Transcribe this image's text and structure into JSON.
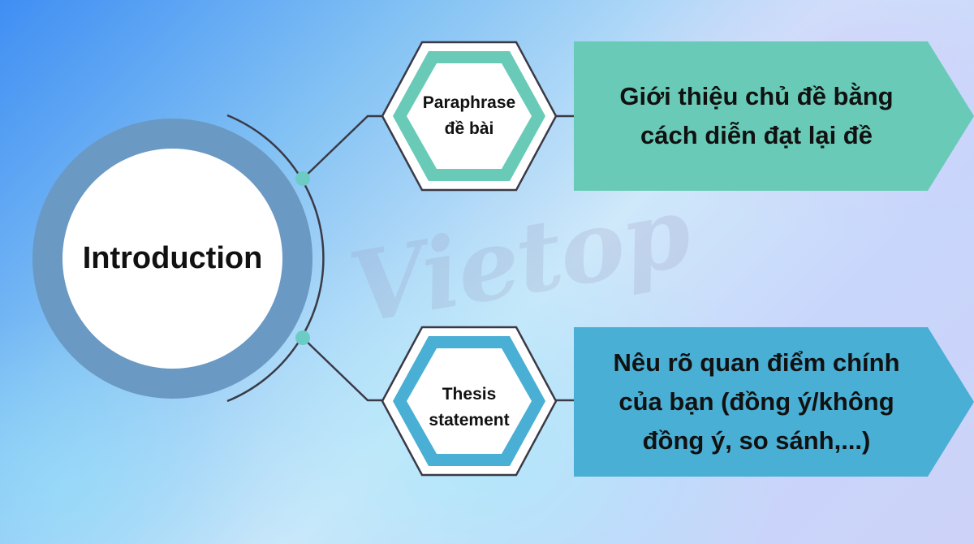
{
  "main": {
    "title": "Introduction"
  },
  "branches": [
    {
      "hex_lines": [
        "Paraphrase",
        "đề bài"
      ],
      "callout_lines": [
        "Giới thiệu chủ đề bằng",
        "cách diễn đạt lại đề"
      ],
      "color": "#69cbb7"
    },
    {
      "hex_lines": [
        "Thesis",
        "statement"
      ],
      "callout_lines": [
        "Nêu rõ quan điểm chính",
        "của bạn (đồng ý/không",
        "đồng ý, so sánh,...)"
      ],
      "color": "#49afd4"
    }
  ],
  "watermark": "Vietop",
  "colors": {
    "circle_ring": "#6a99c3",
    "connector_dot": "#6dcbc5",
    "line": "#3a3a46"
  }
}
